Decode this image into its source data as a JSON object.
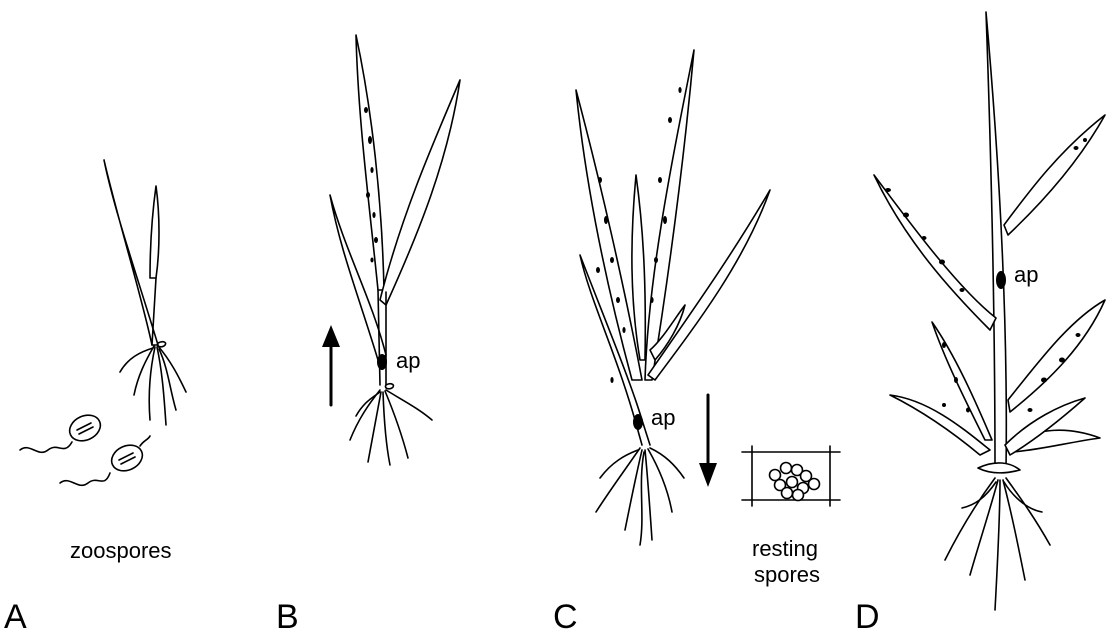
{
  "panels": [
    {
      "letter": "A",
      "caption": "zoospores"
    },
    {
      "letter": "B",
      "annotation": "ap"
    },
    {
      "letter": "C",
      "annotation": "ap",
      "caption_line1": "resting",
      "caption_line2": "spores"
    },
    {
      "letter": "D",
      "annotation": "ap"
    }
  ],
  "colors": {
    "ink": "#000000",
    "background": "#ffffff"
  }
}
